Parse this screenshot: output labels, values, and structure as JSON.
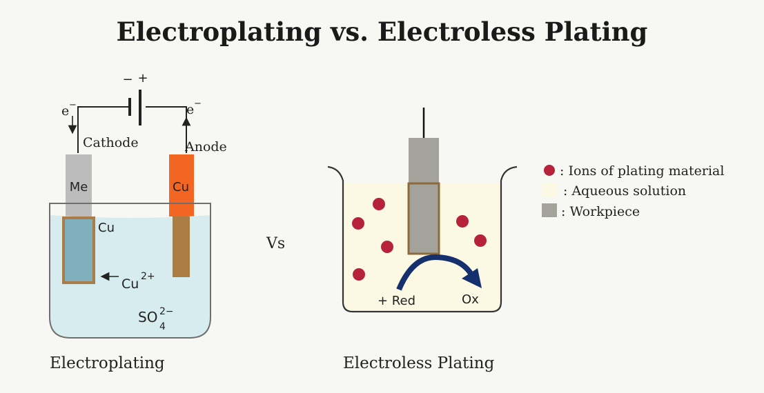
{
  "title": "Electroplating vs. Electroless Plating",
  "electroplating": {
    "battery_minus": "−",
    "battery_plus": "+",
    "electron_left": "e",
    "electron_right": "e",
    "electron_sup": "−",
    "cathode_label": "Cathode",
    "anode_label": "Anode",
    "cathode_metal": "Me",
    "anode_metal": "Cu",
    "coating_label": "Cu",
    "ion_label": "Cu",
    "ion_charge": "2+",
    "sulfate_base": "SO",
    "sulfate_sub": "4",
    "sulfate_sup": "2−",
    "caption": "Electroplating"
  },
  "vs_label": "Vs",
  "electroless": {
    "reaction_left": "+ Red",
    "reaction_right": "Ox",
    "caption": "Electroless Plating"
  },
  "legend": {
    "items": [
      {
        "label": ": Ions of plating material"
      },
      {
        "label": ": Aqueous solution"
      },
      {
        "label": ": Workpiece"
      }
    ]
  },
  "colors": {
    "ion": "#b5223a",
    "aqueous_solution": "#fbf9e4",
    "workpiece": "#a3a39c",
    "electrolyte": "#d7ecef",
    "anode": "#f26522",
    "copper_rod": "#a97d45",
    "coated_cathode": "#7fb0bc",
    "arrow": "#16306e"
  }
}
